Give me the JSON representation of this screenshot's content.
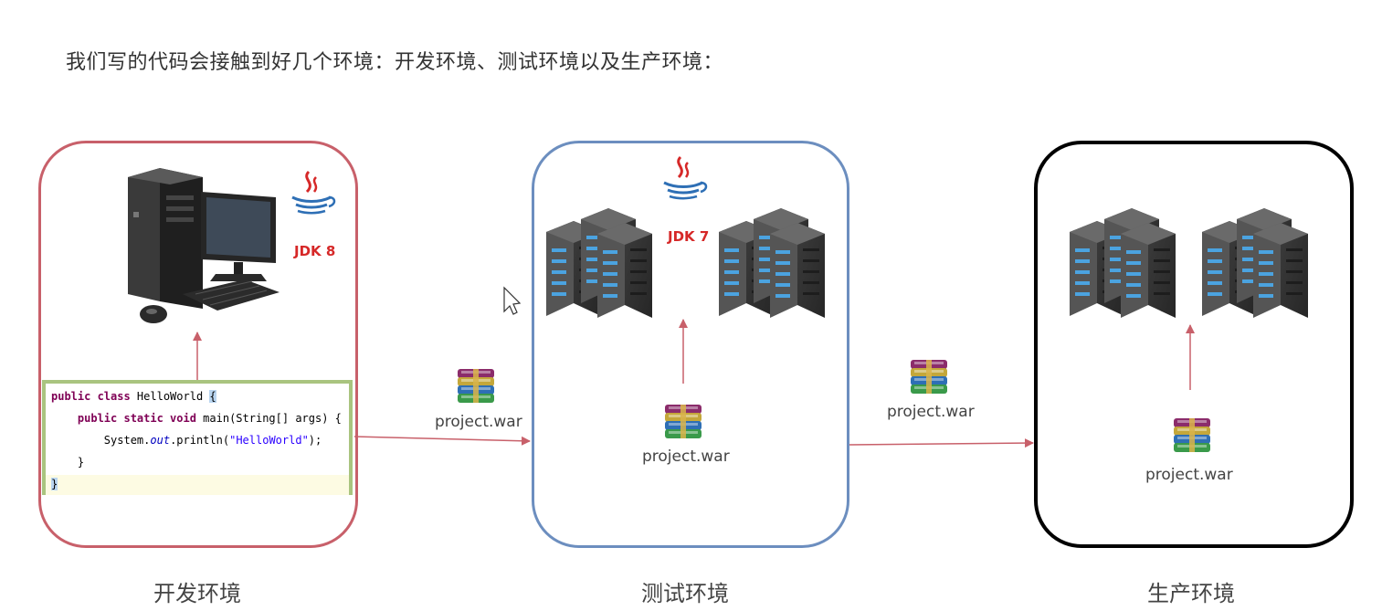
{
  "heading": "我们写的代码会接触到好几个环境：开发环境、测试环境以及生产环境：",
  "environments": [
    {
      "id": "dev",
      "label": "开发环境",
      "jdk": "JDK 8",
      "border_color": "#c8606a"
    },
    {
      "id": "test",
      "label": "测试环境",
      "jdk": "JDK 7",
      "border_color": "#6c8ebf"
    },
    {
      "id": "prod",
      "label": "生产环境",
      "border_color": "#000000"
    }
  ],
  "war_file": "project.war",
  "code": {
    "line1_kw": "public class",
    "line1_rest": " HelloWorld ",
    "line1_brace": "{",
    "line2_kw": "public static void",
    "line2_rest": " main(String[] args) {",
    "line3_a": "System.",
    "line3_field": "out",
    "line3_b": ".println(",
    "line3_str": "\"HelloWorld\"",
    "line3_c": ");",
    "line4": "}",
    "line5": "}"
  },
  "colors": {
    "arrow": "#c8606a",
    "code_border": "#a9c47f",
    "jdk_text": "#d62828"
  },
  "icons": {
    "workstation": "desktop-computer-icon",
    "java": "java-logo-icon",
    "server": "server-rack-icon",
    "archive": "winrar-archive-icon",
    "cursor": "mouse-cursor-icon"
  }
}
